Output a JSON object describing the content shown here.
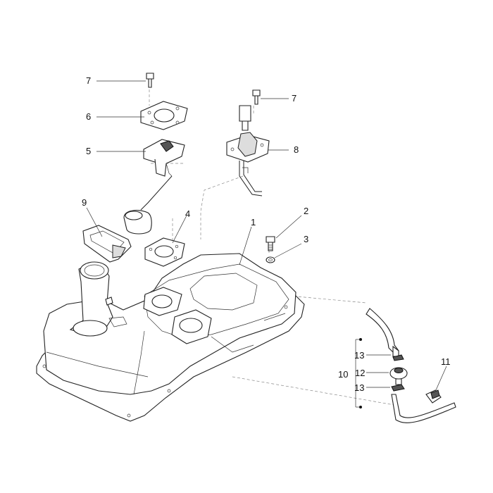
{
  "callouts": {
    "c1": "1",
    "c2": "2",
    "c3": "3",
    "c4": "4",
    "c5": "5",
    "c6": "6",
    "c7a": "7",
    "c7b": "7",
    "c8": "8",
    "c9": "9",
    "c10": "10",
    "c11": "11",
    "c12": "12",
    "c13a": "13",
    "c13b": "13"
  }
}
